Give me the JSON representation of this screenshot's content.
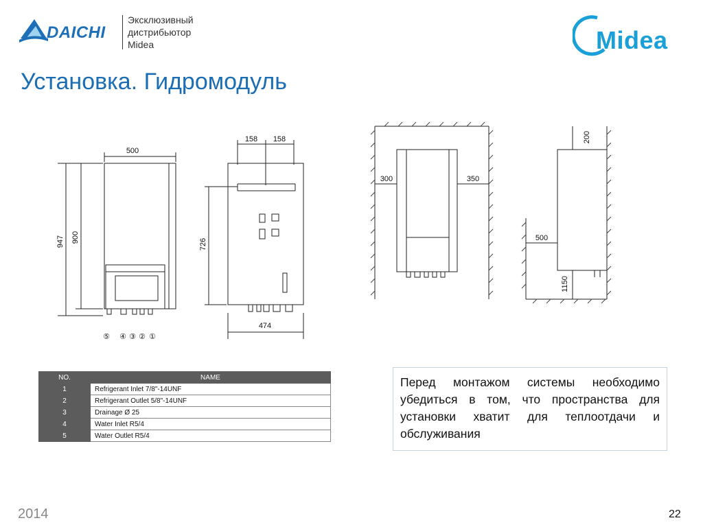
{
  "header": {
    "brand_left": "DAICHI",
    "distributor_lines": [
      "Эксклюзивный",
      "дистрибьютор",
      "Midea"
    ],
    "brand_right": "Midea"
  },
  "title": "Установка. Гидромодуль",
  "drawing": {
    "front_width": "500",
    "height_total": "947",
    "height_body": "900",
    "connector_labels": [
      "⑤",
      "④",
      "③",
      "②",
      "①"
    ],
    "bracket_left": "158",
    "bracket_right": "158",
    "mount_height": "726",
    "bottom_width": "474",
    "clearance_left": "300",
    "clearance_right": "350",
    "clearance_top": "200",
    "clearance_front": "500",
    "clearance_bottom": "1150"
  },
  "table": {
    "headers": [
      "NO.",
      "NAME"
    ],
    "rows": [
      {
        "no": "1",
        "name": "Refrigerant Inlet 7/8\"-14UNF"
      },
      {
        "no": "2",
        "name": "Refrigerant Outlet 5/8\"-14UNF"
      },
      {
        "no": "3",
        "name": "Drainage Ø 25"
      },
      {
        "no": "4",
        "name": "Water Inlet R5/4"
      },
      {
        "no": "5",
        "name": "Water Outlet R5/4"
      }
    ]
  },
  "note": "Перед монтажом системы необходимо убедиться в том, что пространства для установки хватит для теплоотдачи и обслуживания",
  "footer": {
    "year": "2014",
    "page": "22"
  },
  "colors": {
    "title_blue": "#1b6db4",
    "daichi_blue": "#1d6fb8",
    "midea_blue": "#1aa0d9",
    "table_header": "#5c5c5c"
  }
}
